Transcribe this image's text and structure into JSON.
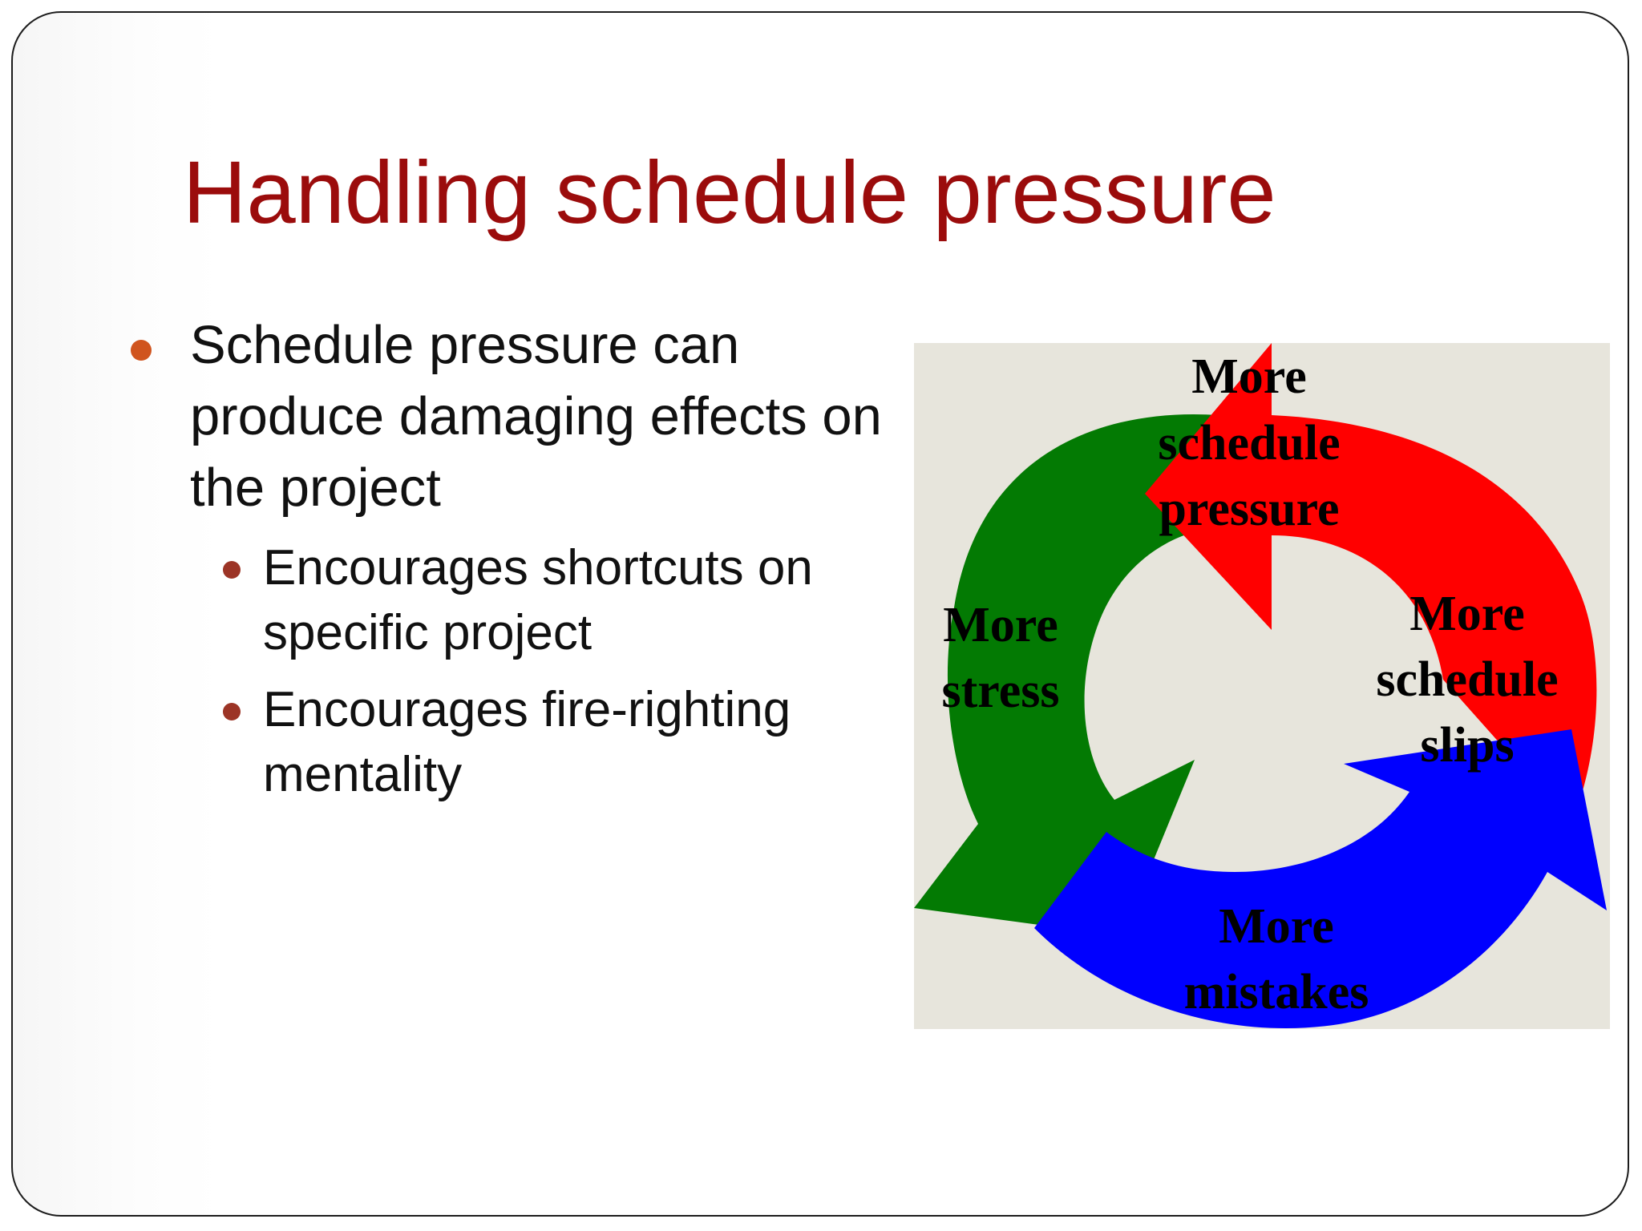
{
  "slide": {
    "title": "Handling schedule pressure",
    "bullets": [
      {
        "text": "Schedule pressure can produce damaging effects on the project",
        "sub_bullets": [
          "Encourages shortcuts on specific project",
          "Encourages fire-righting mentality"
        ]
      }
    ],
    "colors": {
      "title": "#9b0c0c",
      "bullet_level_1": "#d0541e",
      "bullet_level_2": "#9c3426"
    }
  },
  "diagram": {
    "type": "cycle",
    "background": "#e7e5dc",
    "nodes": [
      {
        "lines": [
          "More",
          "schedule",
          "pressure"
        ],
        "arrow_color": "#ff0000"
      },
      {
        "lines": [
          "More",
          "schedule",
          "slips"
        ],
        "arrow_color": "#0000ff"
      },
      {
        "lines": [
          "More",
          "mistakes"
        ],
        "arrow_color": "#0000ff"
      },
      {
        "lines": [
          "More",
          "stress"
        ],
        "arrow_color": "#037a03"
      }
    ]
  }
}
